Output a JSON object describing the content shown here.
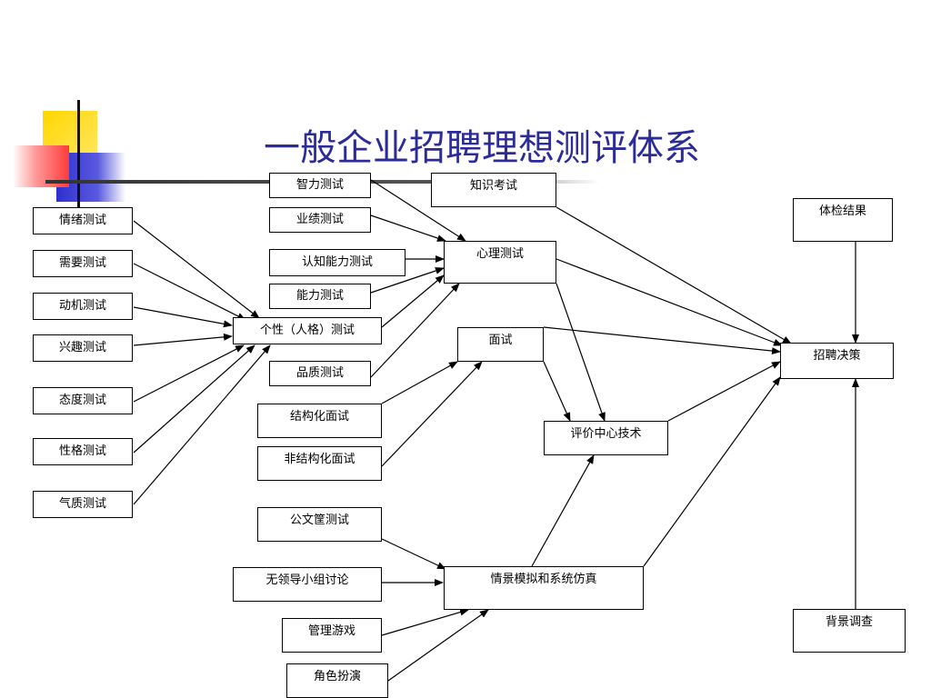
{
  "title": "一般企业招聘理想测评体系",
  "nodes": {
    "qingxu": "情绪测试",
    "xuyao": "需要测试",
    "dongji": "动机测试",
    "xingqu": "兴趣测试",
    "taidu": "态度测试",
    "xingge": "性格测试",
    "qizhi": "气质测试",
    "zhili": "智力测试",
    "yeji": "业绩测试",
    "renzhi": "认知能力测试",
    "nengli": "能力测试",
    "gexing": "个性（人格）测试",
    "pinzhi": "品质测试",
    "jiegouhua": "结构化面试",
    "feijiegouhua": "非结构化面试",
    "gongwen": "公文筐测试",
    "wulingdao": "无领导小组讨论",
    "guanli": "管理游戏",
    "juese": "角色扮演",
    "zhishi": "知识考试",
    "xinli": "心理测试",
    "mianshi": "面试",
    "pingjia": "评价中心技术",
    "qingjing": "情景模拟和系统仿真",
    "tijian": "体检结果",
    "zhaopin": "招聘决策",
    "beijing": "背景调查"
  },
  "colors": {
    "title": "#2b2b9a",
    "deco_yellow": "#ffd700",
    "deco_blue": "#2f2fcf",
    "deco_red": "#ff3b3b"
  }
}
